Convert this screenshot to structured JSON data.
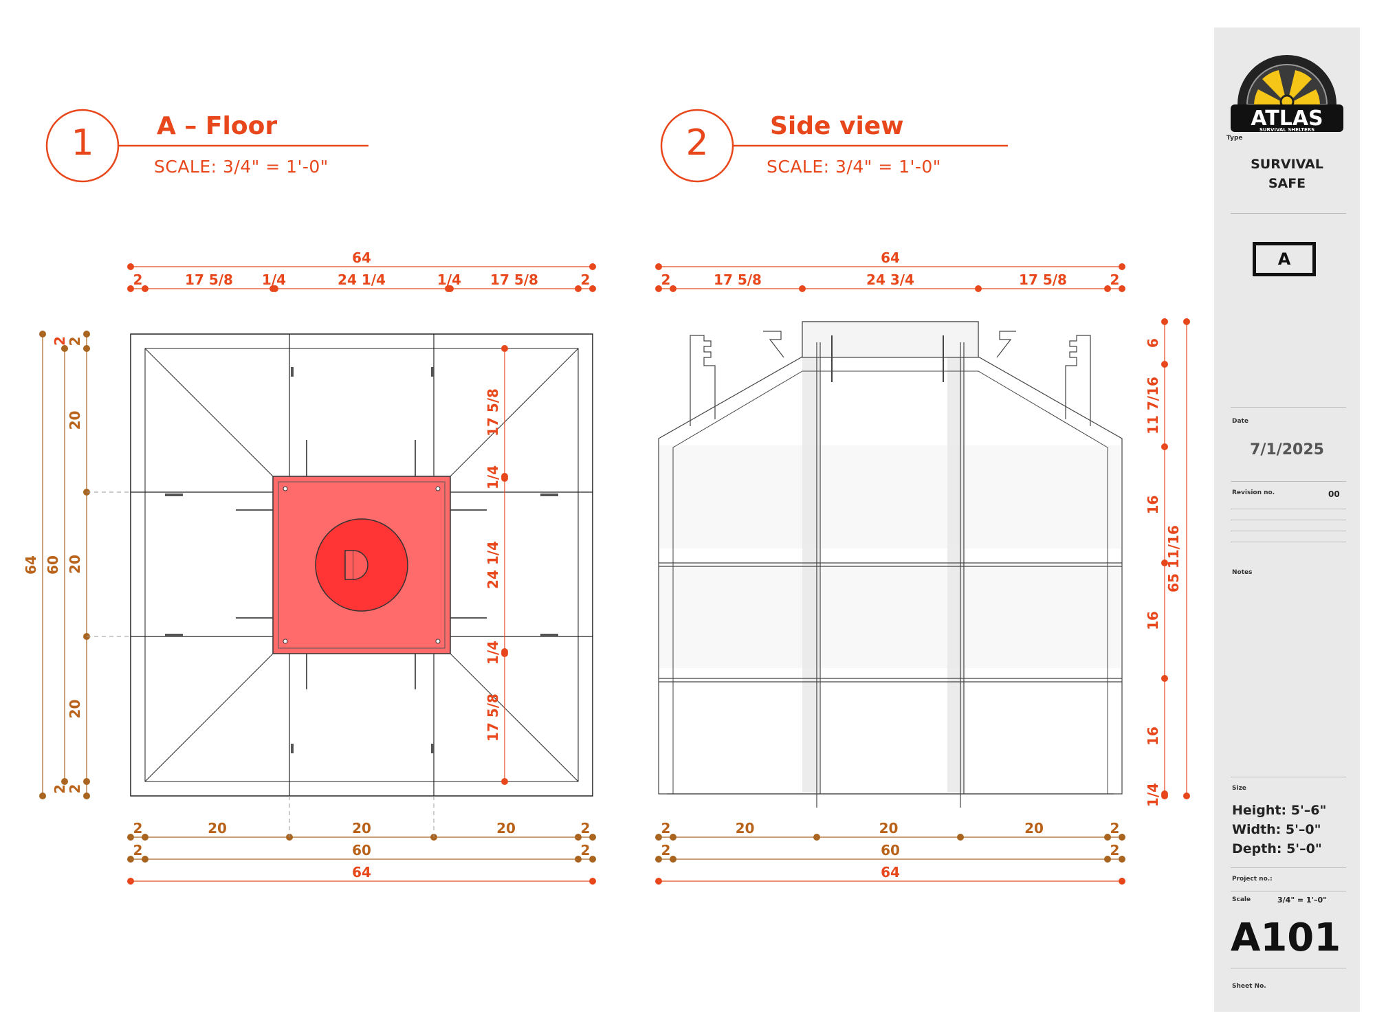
{
  "views": [
    {
      "number": "1",
      "title": "A – Floor",
      "scale": "SCALE:   3/4\" = 1'-0\""
    },
    {
      "number": "2",
      "title": "Side view",
      "scale": "SCALE:   3/4\" = 1'-0\""
    }
  ],
  "floor_dims": {
    "top_total": "64",
    "top_row": [
      "2",
      "17 5/8",
      "1/4",
      "24 1/4",
      "1/4",
      "17 5/8",
      "2"
    ],
    "bottom_row1": [
      "2",
      "20",
      "20",
      "20",
      "2"
    ],
    "bottom_row2": [
      "2",
      "60",
      "2"
    ],
    "bottom_total": "64",
    "left_total": "64",
    "left_60": "60",
    "left_col": [
      "2",
      "2",
      "20",
      "20",
      "20",
      "2",
      "2"
    ],
    "inner_col": [
      "17 5/8",
      "1/4",
      "24 1/4",
      "1/4",
      "17 5/8"
    ]
  },
  "side_dims": {
    "top_total": "64",
    "top_row": [
      "2",
      "17 5/8",
      "24 3/4",
      "17 5/8",
      "2"
    ],
    "bottom_row1": [
      "2",
      "20",
      "20",
      "20",
      "2"
    ],
    "bottom_row2": [
      "2",
      "60",
      "2"
    ],
    "bottom_total": "64",
    "right_col": [
      "6",
      "11 7/16",
      "16",
      "16",
      "16",
      "1/4"
    ],
    "right_total": "65 11/16"
  },
  "title_block": {
    "logo_text": "ATLAS",
    "logo_subtext": "SURVIVAL SHELTERS",
    "type_label": "Type",
    "type_value_line1": "SURVIVAL",
    "type_value_line2": "SAFE",
    "type_code": "A",
    "date_label": "Date",
    "date_value": "7/1/2025",
    "revision_label": "Revision no.",
    "revision_value": "00",
    "notes_label": "Notes",
    "size_label": "Size",
    "height": "Height: 5'–6\"",
    "width": "Width: 5'–0\"",
    "depth": "Depth: 5'–0\"",
    "project_label": "Project no.:",
    "scale_label": "Scale",
    "scale_value": "3/4\" = 1'–0\"",
    "sheet_number": "A101",
    "sheet_label": "Sheet No."
  },
  "colors": {
    "accent": "#e8471b",
    "dim_dot_brown": "#a9651f",
    "hatch_red": "#ff6b6b",
    "panel_grey": "#e9e9e9"
  }
}
